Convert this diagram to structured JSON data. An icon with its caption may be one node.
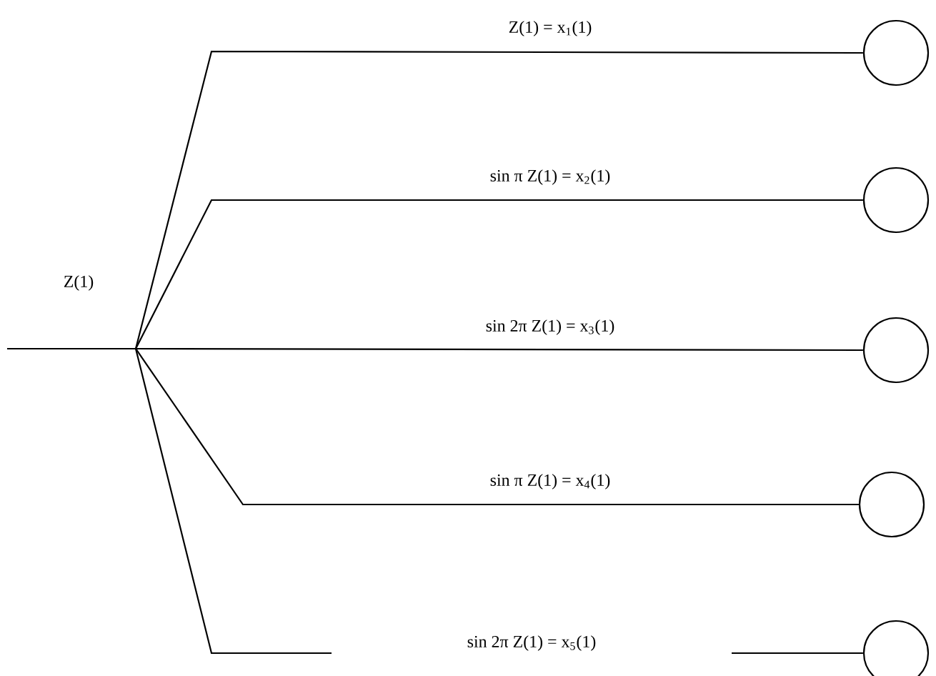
{
  "diagram": {
    "nodes": [
      {
        "text": [],
        "shape": "circle"
      },
      {
        "text": [],
        "shape": "circle"
      },
      {
        "text": [],
        "shape": "circle"
      },
      {
        "text": [],
        "shape": "circle"
      },
      {
        "text": [],
        "shape": "circle"
      }
    ],
    "edges": [
      {
        "from": null,
        "to": 0,
        "arrow": "none",
        "label": "Z(1) = x$_{1}$(1)"
      },
      {
        "from": null,
        "to": 1,
        "arrow": "none",
        "label": "sin π Z(1) = x$_{2}$(1)"
      },
      {
        "from": null,
        "to": 2,
        "arrow": "none",
        "label": "sin 2π Z(1) = x$_{3}$(1)"
      },
      {
        "from": null,
        "to": 3,
        "arrow": "none",
        "label": "sin π Z(1) = x$_{4}$(1)"
      },
      {
        "from": null,
        "to": 4,
        "arrow": "none",
        "label": "sin 2π Z(1) = x$_{5}$(1)"
      }
    ],
    "labels": [
      "Z(1)"
    ]
  }
}
